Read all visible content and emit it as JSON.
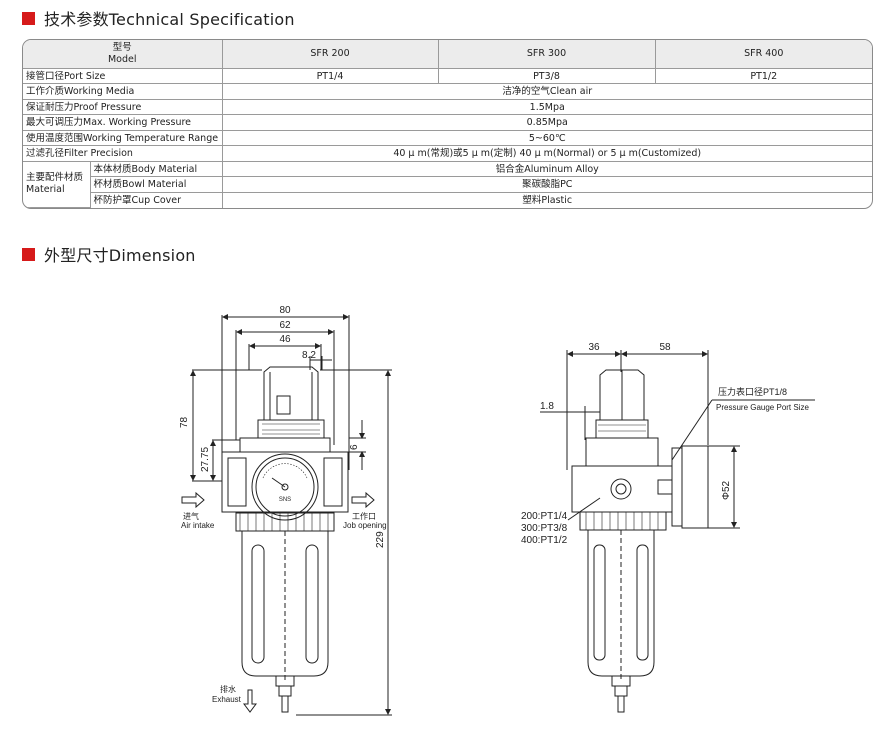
{
  "sections": {
    "spec_title": "技术参数Technical Specification",
    "dim_title": "外型尺寸Dimension"
  },
  "spec": {
    "model_header_cn": "型号",
    "model_header_en": "Model",
    "models": [
      "SFR 200",
      "SFR 300",
      "SFR 400"
    ],
    "rows": [
      {
        "label": "接管口径Port Size",
        "values": [
          "PT1/4",
          "PT3/8",
          "PT1/2"
        ]
      },
      {
        "label": "工作介质Working Media",
        "value": "洁净的空气Clean air"
      },
      {
        "label": "保证耐压力Proof Pressure",
        "value": "1.5Mpa"
      },
      {
        "label": "最大可调压力Max. Working Pressure",
        "value": "0.85Mpa"
      },
      {
        "label": "使用温度范围Working Temperature Range",
        "value": "5~60℃"
      },
      {
        "label": "过滤孔径Filter Precision",
        "value": "40 μ m(常规)或5 μ m(定制) 40 μ m(Normal) or 5 μ m(Customized)"
      }
    ],
    "material_group_cn": "主要配件材质",
    "material_group_en": "Material",
    "material_rows": [
      {
        "label": "本体材质Body Material",
        "value": "铝合金Aluminum Alloy"
      },
      {
        "label": "杯材质Bowl Material",
        "value": "聚碳酸脂PC"
      },
      {
        "label": "杯防护罩Cup Cover",
        "value": "塑料Plastic"
      }
    ]
  },
  "front_view": {
    "dim_80": "80",
    "dim_62": "62",
    "dim_46": "46",
    "dim_8_2": "8.2",
    "dim_78": "78",
    "dim_6": "6",
    "dim_27_75": "27.75",
    "dim_229": "229",
    "gauge_text": "SNS",
    "air_intake_cn": "进气",
    "air_intake_en": "Air intake",
    "job_opening_cn": "工作口",
    "job_opening_en": "Job opening",
    "exhaust_cn": "排水",
    "exhaust_en": "Exhaust"
  },
  "side_view": {
    "dim_36": "36",
    "dim_58": "58",
    "dim_1_8": "1.8",
    "dim_phi52": "Φ52",
    "gauge_port_cn": "压力表口径PT1/8",
    "gauge_port_en": "Pressure Gauge Port Size",
    "port_200": "200:PT1/4",
    "port_300": "300:PT3/8",
    "port_400": "400:PT1/2"
  }
}
